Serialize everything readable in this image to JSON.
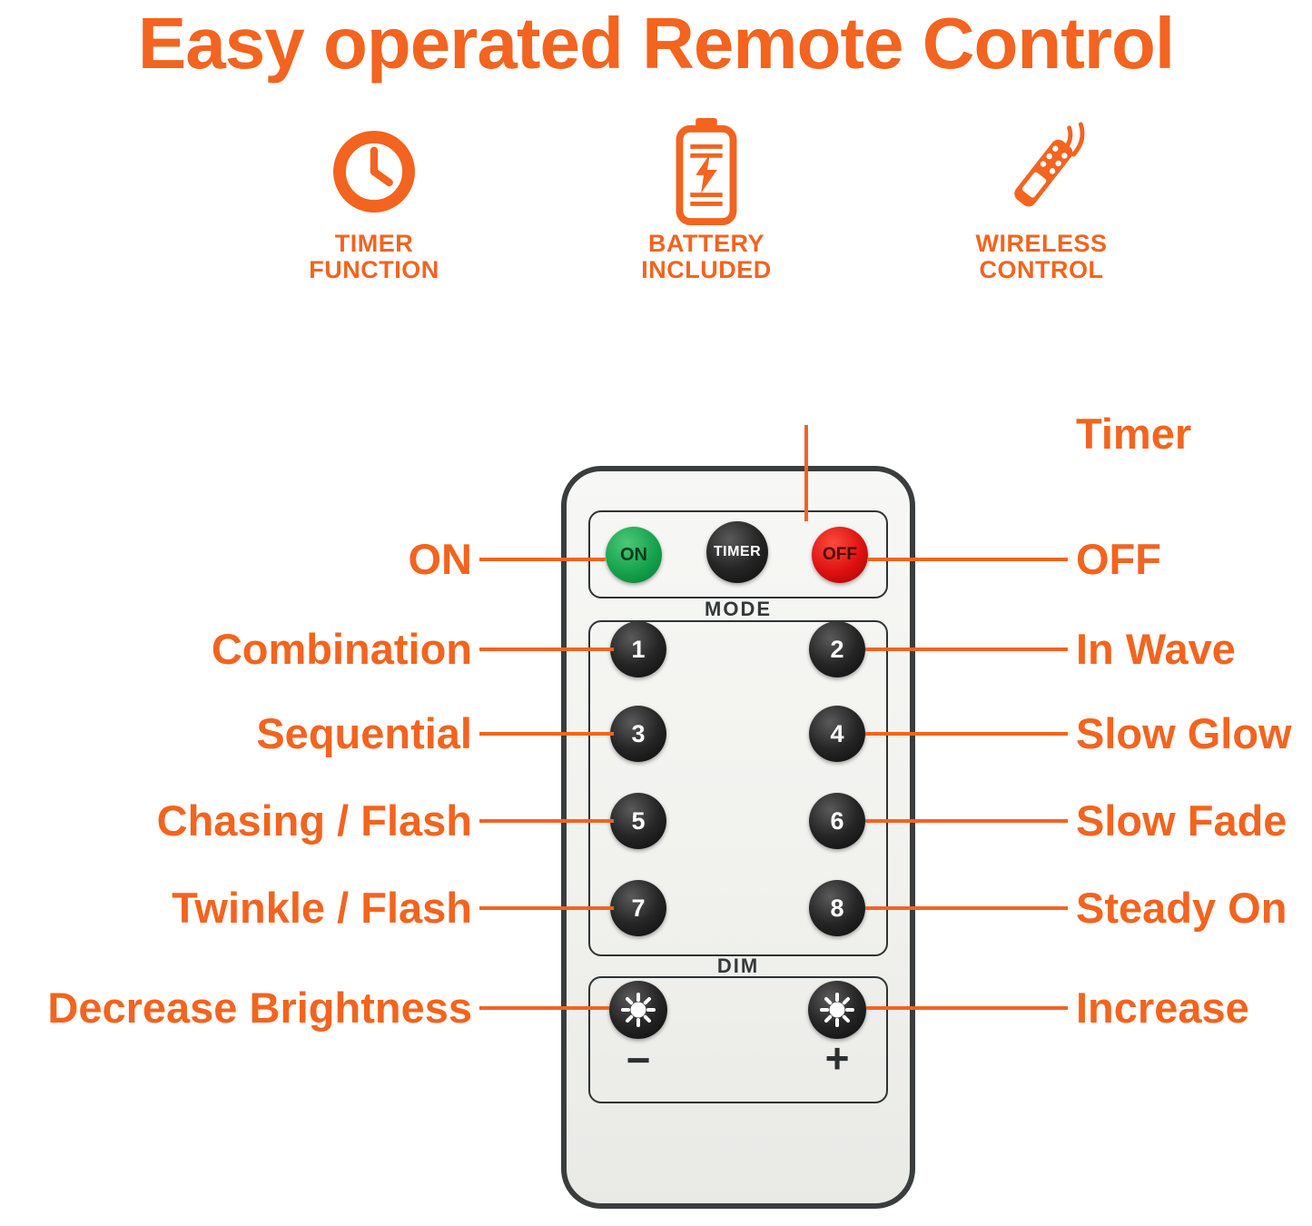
{
  "title": "Easy operated Remote Control",
  "colors": {
    "accent": "#F2641F",
    "remote_body": "#F1F1EE",
    "remote_border": "#3A3D3E",
    "on_button_green": "#16A24C",
    "off_button_red": "#DD1010",
    "mode_button_black": "#1A1A1A"
  },
  "features": [
    {
      "icon": "clock-icon",
      "label": "TIMER\nFUNCTION"
    },
    {
      "icon": "battery-icon",
      "label": "BATTERY\nINCLUDED"
    },
    {
      "icon": "remote-icon",
      "label": "WIRELESS\nCONTROL"
    }
  ],
  "remote": {
    "on": "ON",
    "timer": "TIMER",
    "off": "OFF",
    "mode_label": "MODE",
    "mode_buttons": [
      "1",
      "2",
      "3",
      "4",
      "5",
      "6",
      "7",
      "8"
    ],
    "dim_label": "DIM",
    "dim_minus": "−",
    "dim_plus": "+"
  },
  "callouts": {
    "timer": "Timer",
    "left": [
      "ON",
      "Combination",
      "Sequential",
      "Chasing / Flash",
      "Twinkle / Flash",
      "Decrease Brightness"
    ],
    "right": [
      "OFF",
      "In Wave",
      "Slow Glow",
      "Slow Fade",
      "Steady On",
      "Increase"
    ]
  }
}
